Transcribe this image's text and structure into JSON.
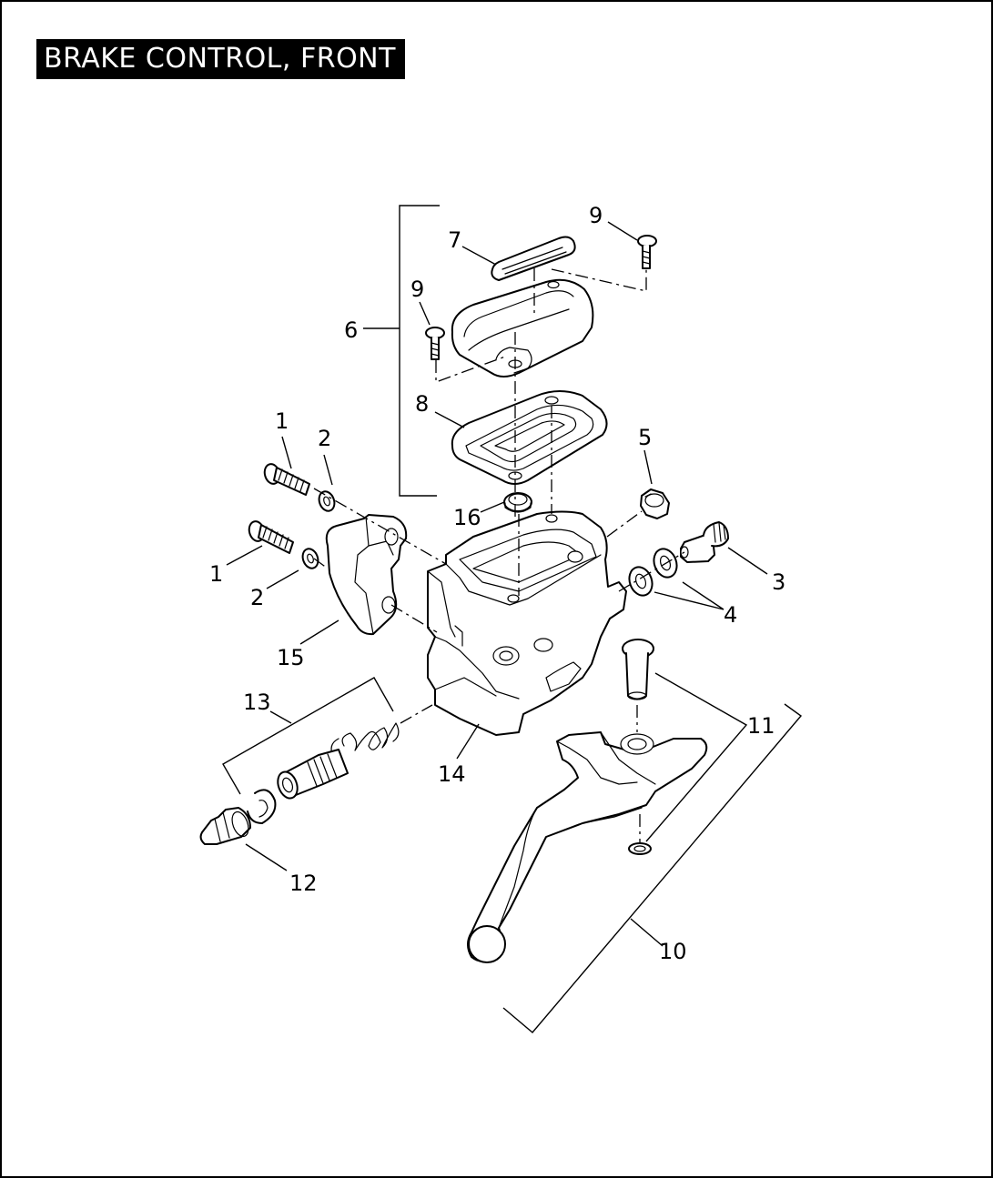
{
  "title": "BRAKE CONTROL, FRONT",
  "callouts": {
    "c1a": "1",
    "c1b": "1",
    "c2a": "2",
    "c2b": "2",
    "c3": "3",
    "c4": "4",
    "c5": "5",
    "c6": "6",
    "c7": "7",
    "c8": "8",
    "c9a": "9",
    "c9b": "9",
    "c10": "10",
    "c11": "11",
    "c12": "12",
    "c13": "13",
    "c14": "14",
    "c15": "15",
    "c16": "16"
  }
}
